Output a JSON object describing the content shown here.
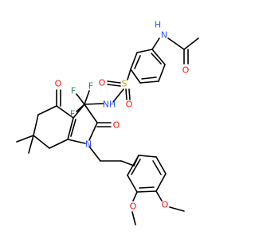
{
  "colors": {
    "carbon": "#000000",
    "oxygen": "#ff0d0d",
    "nitrogen": "#3050f8",
    "sulfur": "#c8a000",
    "fluorine": "#2e8b57",
    "background": "#ffffff"
  },
  "atom_labels": {
    "amide_nh": "H",
    "amide_n": "N",
    "amide_o": "O",
    "sulfonyl_s": "S",
    "sulfonyl_o_left": "O",
    "sulfonyl_o_bottom": "O",
    "sulfonamide_nh": "NH",
    "cf3_f1": "F",
    "cf3_f2": "F",
    "cf3_f3": "F",
    "ketone_o": "O",
    "lactam_o": "O",
    "ring_n": "N",
    "methoxy_o1": "O",
    "methoxy_o2": "O"
  }
}
